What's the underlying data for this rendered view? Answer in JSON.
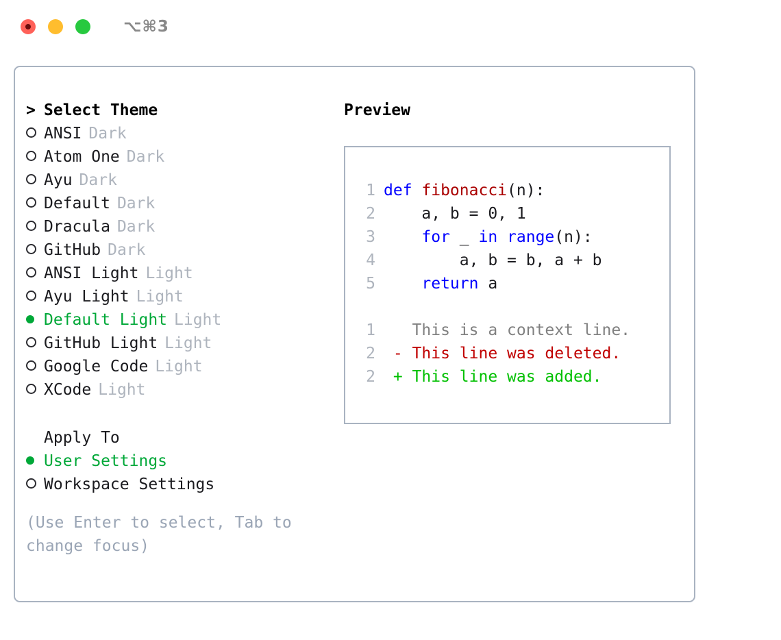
{
  "window": {
    "title": "⌥⌘3",
    "traffic_lights": [
      {
        "name": "close-button",
        "color": "#ff6159",
        "glyph": ""
      },
      {
        "name": "minimize-button",
        "color": "#ffbd2e",
        "glyph": ""
      },
      {
        "name": "maximize-button",
        "color": "#27c93f",
        "glyph": ""
      }
    ]
  },
  "theme_picker": {
    "header_marker": ">",
    "header_label": "Select Theme",
    "items": [
      {
        "marker": "hollow",
        "name": "ANSI",
        "kind": "Dark",
        "selected": false
      },
      {
        "marker": "hollow",
        "name": "Atom One",
        "kind": "Dark",
        "selected": false
      },
      {
        "marker": "hollow",
        "name": "Ayu",
        "kind": "Dark",
        "selected": false
      },
      {
        "marker": "hollow",
        "name": "Default",
        "kind": "Dark",
        "selected": false
      },
      {
        "marker": "hollow",
        "name": "Dracula",
        "kind": "Dark",
        "selected": false
      },
      {
        "marker": "hollow",
        "name": "GitHub",
        "kind": "Dark",
        "selected": false
      },
      {
        "marker": "hollow",
        "name": "ANSI Light",
        "kind": "Light",
        "selected": false
      },
      {
        "marker": "hollow",
        "name": "Ayu Light",
        "kind": "Light",
        "selected": false
      },
      {
        "marker": "filled",
        "name": "Default Light",
        "kind": "Light",
        "selected": true
      },
      {
        "marker": "hollow",
        "name": "GitHub Light",
        "kind": "Light",
        "selected": false
      },
      {
        "marker": "hollow",
        "name": "Google Code",
        "kind": "Light",
        "selected": false
      },
      {
        "marker": "hollow",
        "name": "XCode",
        "kind": "Light",
        "selected": false
      }
    ]
  },
  "apply_to": {
    "header_label": "Apply To",
    "items": [
      {
        "marker": "filled",
        "name": "User Settings",
        "selected": true
      },
      {
        "marker": "hollow",
        "name": "Workspace Settings",
        "selected": false
      }
    ]
  },
  "hint": "(Use Enter to select, Tab to\nchange focus)",
  "preview": {
    "title": "Preview",
    "code_lines": [
      {
        "lnum": "1",
        "tokens": [
          {
            "text": "def ",
            "cls": "kw"
          },
          {
            "text": "fibonacci",
            "cls": "fn"
          },
          {
            "text": "(n):",
            "cls": "txt"
          }
        ]
      },
      {
        "lnum": "2",
        "tokens": [
          {
            "text": "    a, b = 0, 1",
            "cls": "txt"
          }
        ]
      },
      {
        "lnum": "3",
        "tokens": [
          {
            "text": "    ",
            "cls": "txt"
          },
          {
            "text": "for",
            "cls": "kw"
          },
          {
            "text": " _ ",
            "cls": "txt"
          },
          {
            "text": "in",
            "cls": "kw"
          },
          {
            "text": " ",
            "cls": "txt"
          },
          {
            "text": "range",
            "cls": "kw"
          },
          {
            "text": "(n):",
            "cls": "txt"
          }
        ]
      },
      {
        "lnum": "4",
        "tokens": [
          {
            "text": "        a, b = b, a + b",
            "cls": "txt"
          }
        ]
      },
      {
        "lnum": "5",
        "tokens": [
          {
            "text": "    ",
            "cls": "txt"
          },
          {
            "text": "return",
            "cls": "kw"
          },
          {
            "text": " a",
            "cls": "txt"
          }
        ]
      }
    ],
    "diff_lines": [
      {
        "lnum": "1",
        "tokens": [
          {
            "text": "   This is a context line.",
            "cls": "ctx"
          }
        ]
      },
      {
        "lnum": "2",
        "tokens": [
          {
            "text": " - This line was deleted.",
            "cls": "del"
          }
        ]
      },
      {
        "lnum": "2",
        "tokens": [
          {
            "text": " + This line was added.",
            "cls": "add"
          }
        ]
      }
    ]
  },
  "colors": {
    "accent_green": "#00a838",
    "border": "#a9b3c1",
    "muted": "#aeb4bd",
    "hint": "#9aa5b5",
    "keyword": "#0000ff",
    "function": "#aa0000",
    "diff_added": "#00c000",
    "diff_deleted": "#c00000",
    "diff_context": "#808080"
  }
}
